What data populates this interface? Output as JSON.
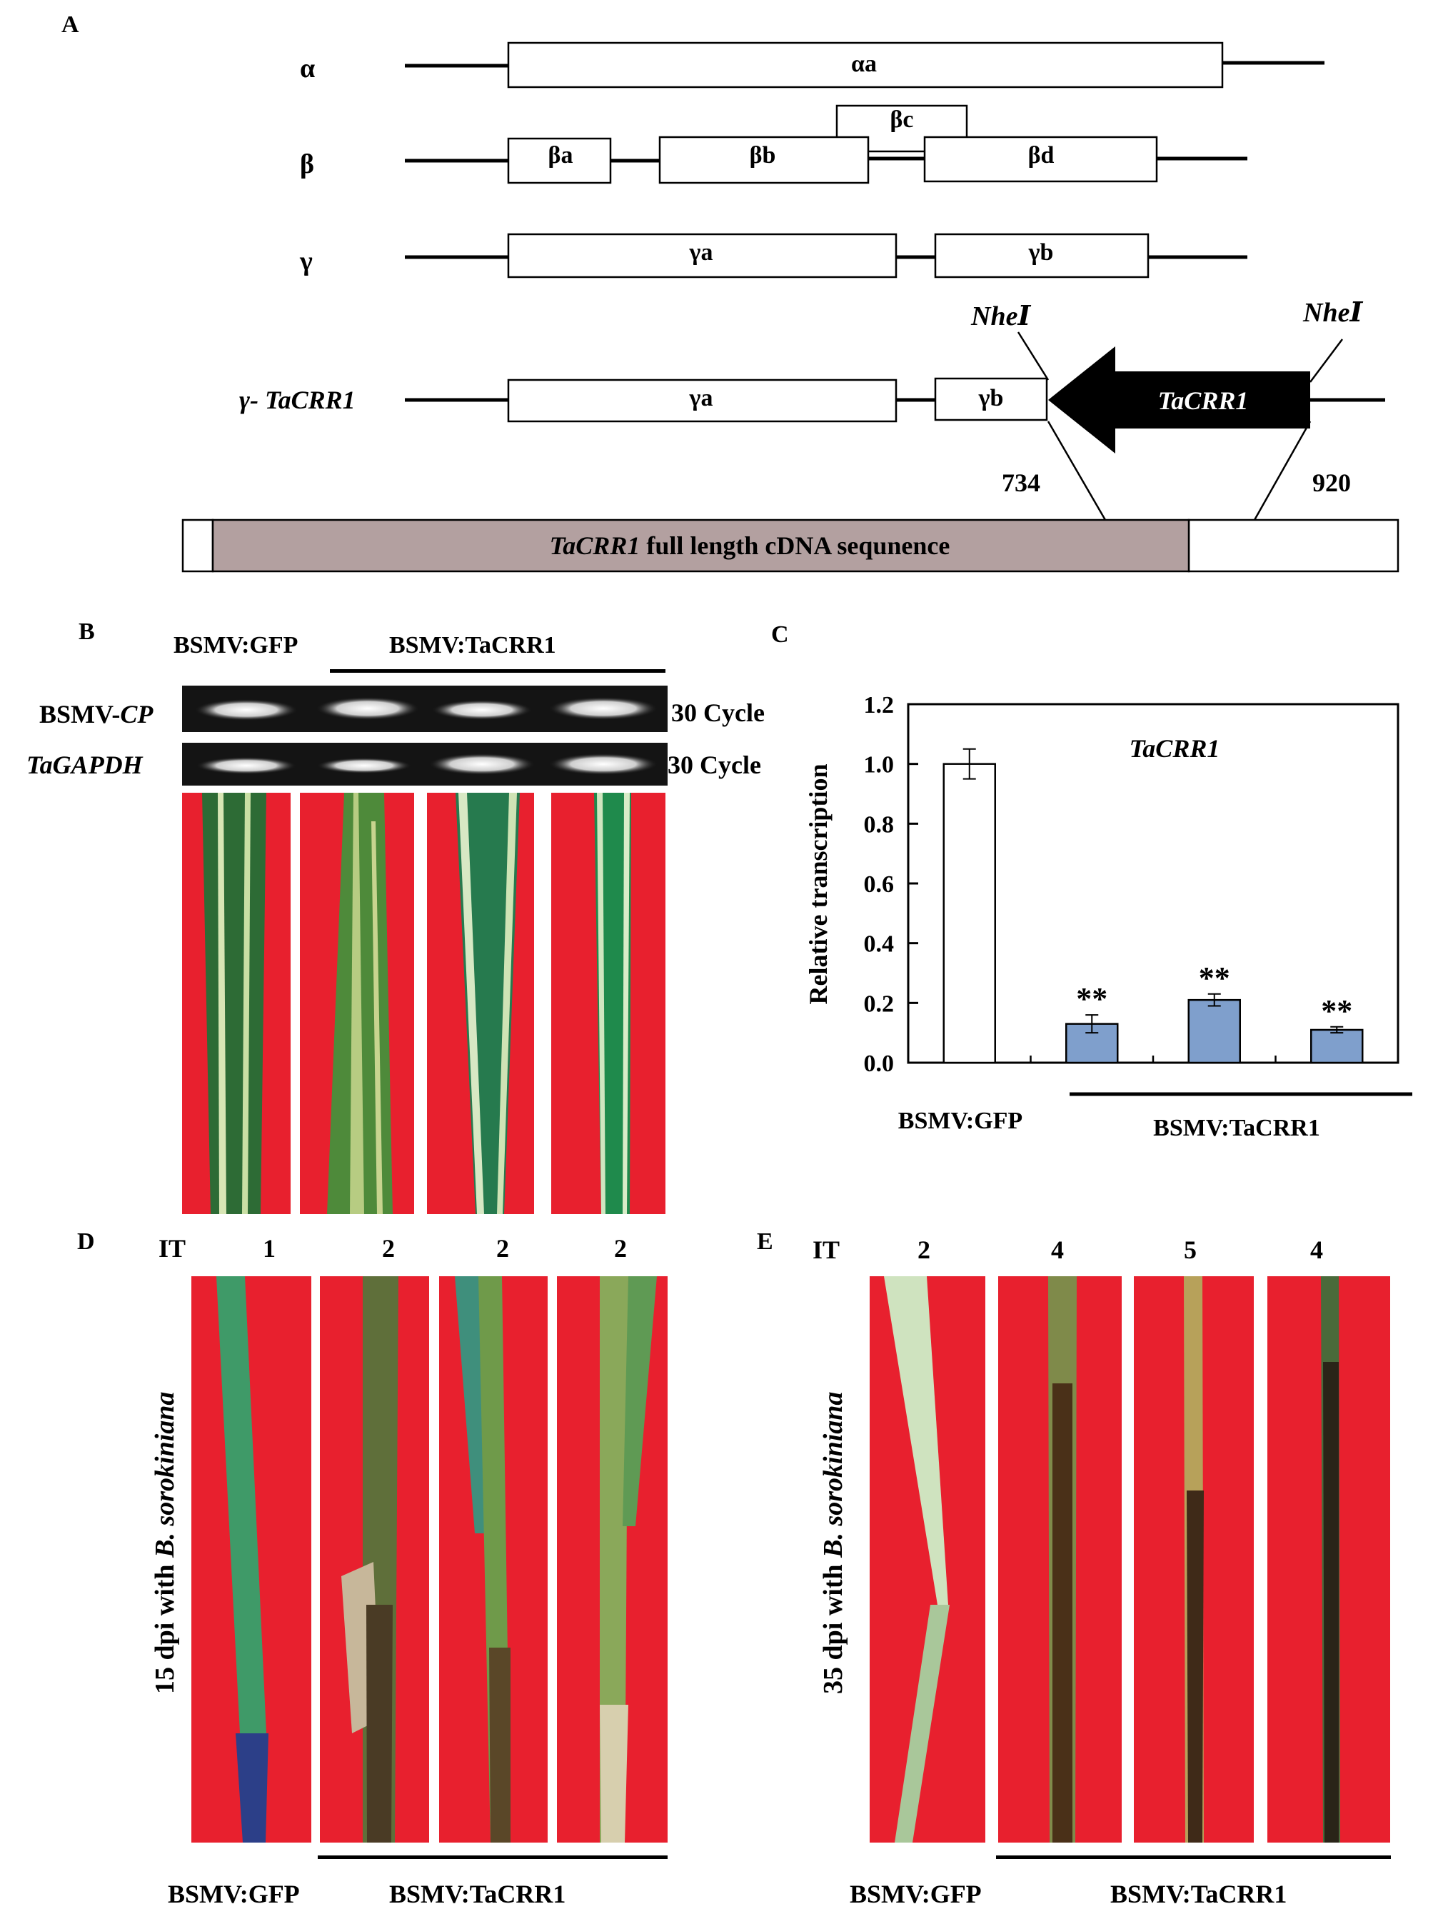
{
  "panels": {
    "A": "A",
    "B": "B",
    "C": "C",
    "D": "D",
    "E": "E"
  },
  "diagram": {
    "rows": {
      "alpha": "α",
      "beta": "β",
      "gamma": "γ",
      "gamma_tacrr1": "γ- TaCRR1"
    },
    "boxes": {
      "aa": "αa",
      "ba": "βa",
      "bb": "βb",
      "bc": "βc",
      "bd": "βd",
      "ga": "γa",
      "gb": "γb",
      "ga2": "γa",
      "gb2": "γb"
    },
    "insert": "TaCRR1",
    "site_left": "NheⅠ",
    "site_right": "NheⅠ",
    "pos_start": "734",
    "pos_end": "920",
    "cdna_italic": "TaCRR1",
    "cdna_rest": " full length cDNA sequnence"
  },
  "gel": {
    "header_gfp": "BSMV:GFP",
    "header_tacrr1": "BSMV:TaCRR1",
    "row1_label_a": "BSMV-",
    "row1_label_b": "CP",
    "row2_label": "TaGAPDH",
    "cycles1": "30 Cycle",
    "cycles2": "30 Cycle"
  },
  "chart_data": {
    "type": "bar",
    "title": "TaCRR1",
    "ylabel": "Relative transcription",
    "ylim": [
      0,
      1.2
    ],
    "yticks": [
      "0.0",
      "0.2",
      "0.4",
      "0.6",
      "0.8",
      "1.0",
      "1.2"
    ],
    "values": [
      1.0,
      0.13,
      0.21,
      0.11
    ],
    "errors": [
      0.05,
      0.03,
      0.02,
      0.01
    ],
    "significance": [
      "",
      "**",
      "**",
      "**"
    ],
    "colors": [
      "#ffffff",
      "#7f9fcc",
      "#7f9fcc",
      "#7f9fcc"
    ],
    "group_gfp": "BSMV:GFP",
    "group_tacrr1": "BSMV:TaCRR1"
  },
  "panel_d": {
    "it_label": "IT",
    "it_values": [
      "1",
      "2",
      "2",
      "2"
    ],
    "side_label_a": "15 dpi with ",
    "side_label_b": "B. sorokiniana",
    "footer_gfp": "BSMV:GFP",
    "footer_tacrr1": "BSMV:TaCRR1"
  },
  "panel_e": {
    "it_label": "IT",
    "it_values": [
      "2",
      "4",
      "5",
      "4"
    ],
    "side_label_a": "35 dpi with ",
    "side_label_b": "B. sorokiniana",
    "footer_gfp": "BSMV:GFP",
    "footer_tacrr1": "BSMV:TaCRR1"
  },
  "colors": {
    "background": "#e8202e",
    "leaf": "#2e7a3c",
    "bar_blue": "#7f9fcc",
    "cdna": "#b3a0a0"
  }
}
